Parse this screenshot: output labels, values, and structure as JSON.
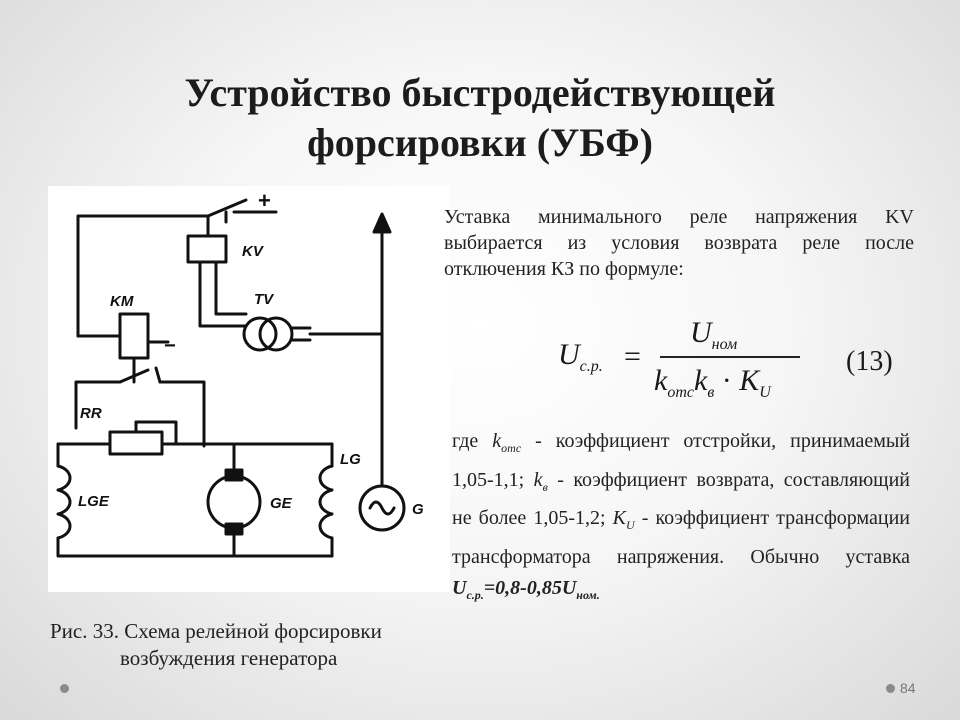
{
  "slide": {
    "title_line1": "Устройство быстродействующей",
    "title_line2": "форсировки (УБФ)",
    "page_number": "84"
  },
  "diagram": {
    "labels": {
      "kv": "KV",
      "tv": "TV",
      "km": "KM",
      "rr": "RR",
      "lg": "LG",
      "lge": "LGE",
      "ge": "GE",
      "g": "G",
      "plus": "+",
      "minus": "−"
    },
    "caption_line1": "Рис. 33. Схема релейной форсировки",
    "caption_line2": "возбуждения генератора"
  },
  "text": {
    "paragraph": "Уставка минимального реле напряжения KV выбирается из условия возврата реле после отключения КЗ по формуле:",
    "formula": {
      "lhs_symbol": "U",
      "lhs_sub": "с.р.",
      "equals": "=",
      "num_symbol": "U",
      "num_sub": "ном",
      "den_k1": "k",
      "den_k1_sub": "отс",
      "den_k2": "k",
      "den_k2_sub": "в",
      "den_dot": "·",
      "den_K": "K",
      "den_K_sub": "U",
      "number": "(13)"
    },
    "where": {
      "w1": "где ",
      "k_otc": "k",
      "k_otc_sub": "отс",
      "w2": " - коэффициент отстройки, принимаемый 1,05-1,1; ",
      "k_v": "k",
      "k_v_sub": "в",
      "w3": " - коэффициент возврата, составляющий не более 1,05-1,2; ",
      "K_u": "K",
      "K_u_sub": "U",
      "w4": " - коэффициент трансформации трансформатора напряжения. Обычно уставка ",
      "u_sp": "U",
      "u_sp_sub": "с.р.",
      "u_val": "=0,8-0,85U",
      "u_nom_sub": "ном."
    }
  }
}
